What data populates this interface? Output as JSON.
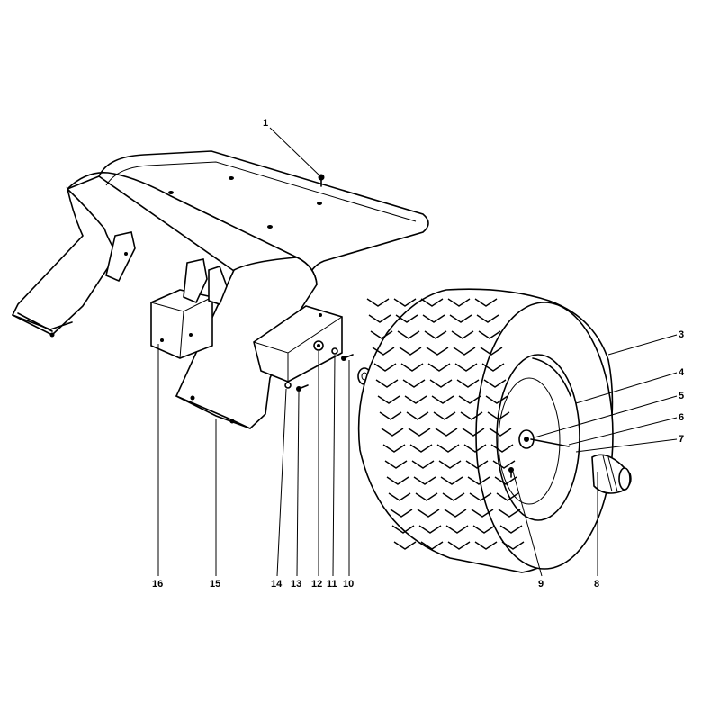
{
  "diagram": {
    "callouts": [
      {
        "id": "1",
        "label": "1"
      },
      {
        "id": "3",
        "label": "3"
      },
      {
        "id": "4",
        "label": "4"
      },
      {
        "id": "5",
        "label": "5"
      },
      {
        "id": "6",
        "label": "6"
      },
      {
        "id": "7",
        "label": "7"
      },
      {
        "id": "8",
        "label": "8"
      },
      {
        "id": "9",
        "label": "9"
      },
      {
        "id": "10",
        "label": "10"
      },
      {
        "id": "11",
        "label": "11"
      },
      {
        "id": "12",
        "label": "12"
      },
      {
        "id": "13",
        "label": "13"
      },
      {
        "id": "14",
        "label": "14"
      },
      {
        "id": "15",
        "label": "15"
      },
      {
        "id": "16",
        "label": "16"
      }
    ]
  }
}
